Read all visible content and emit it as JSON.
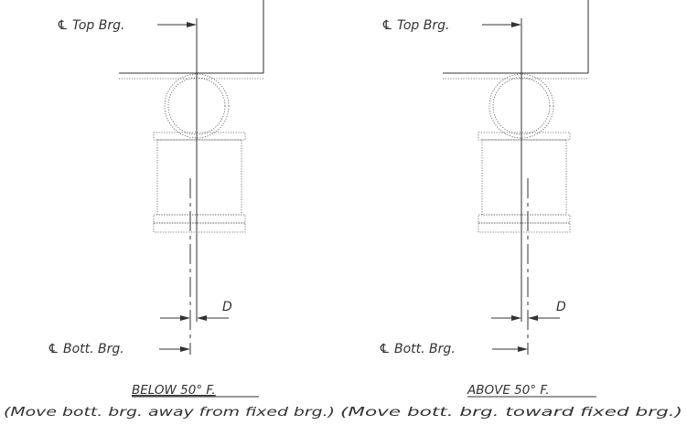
{
  "diagrams": [
    {
      "top_label": "℄ Top Brg.",
      "bottom_label": "℄ Bott. Brg.",
      "dimension_label": "D",
      "title": "BELOW 50° F.",
      "caption": "(Move bott. brg. away from fixed brg.)"
    },
    {
      "top_label": "℄ Top Brg.",
      "bottom_label": "℄ Bott. Brg.",
      "dimension_label": "D",
      "title": "ABOVE 50° F.",
      "caption": "(Move bott. brg. toward fixed brg.)"
    }
  ]
}
